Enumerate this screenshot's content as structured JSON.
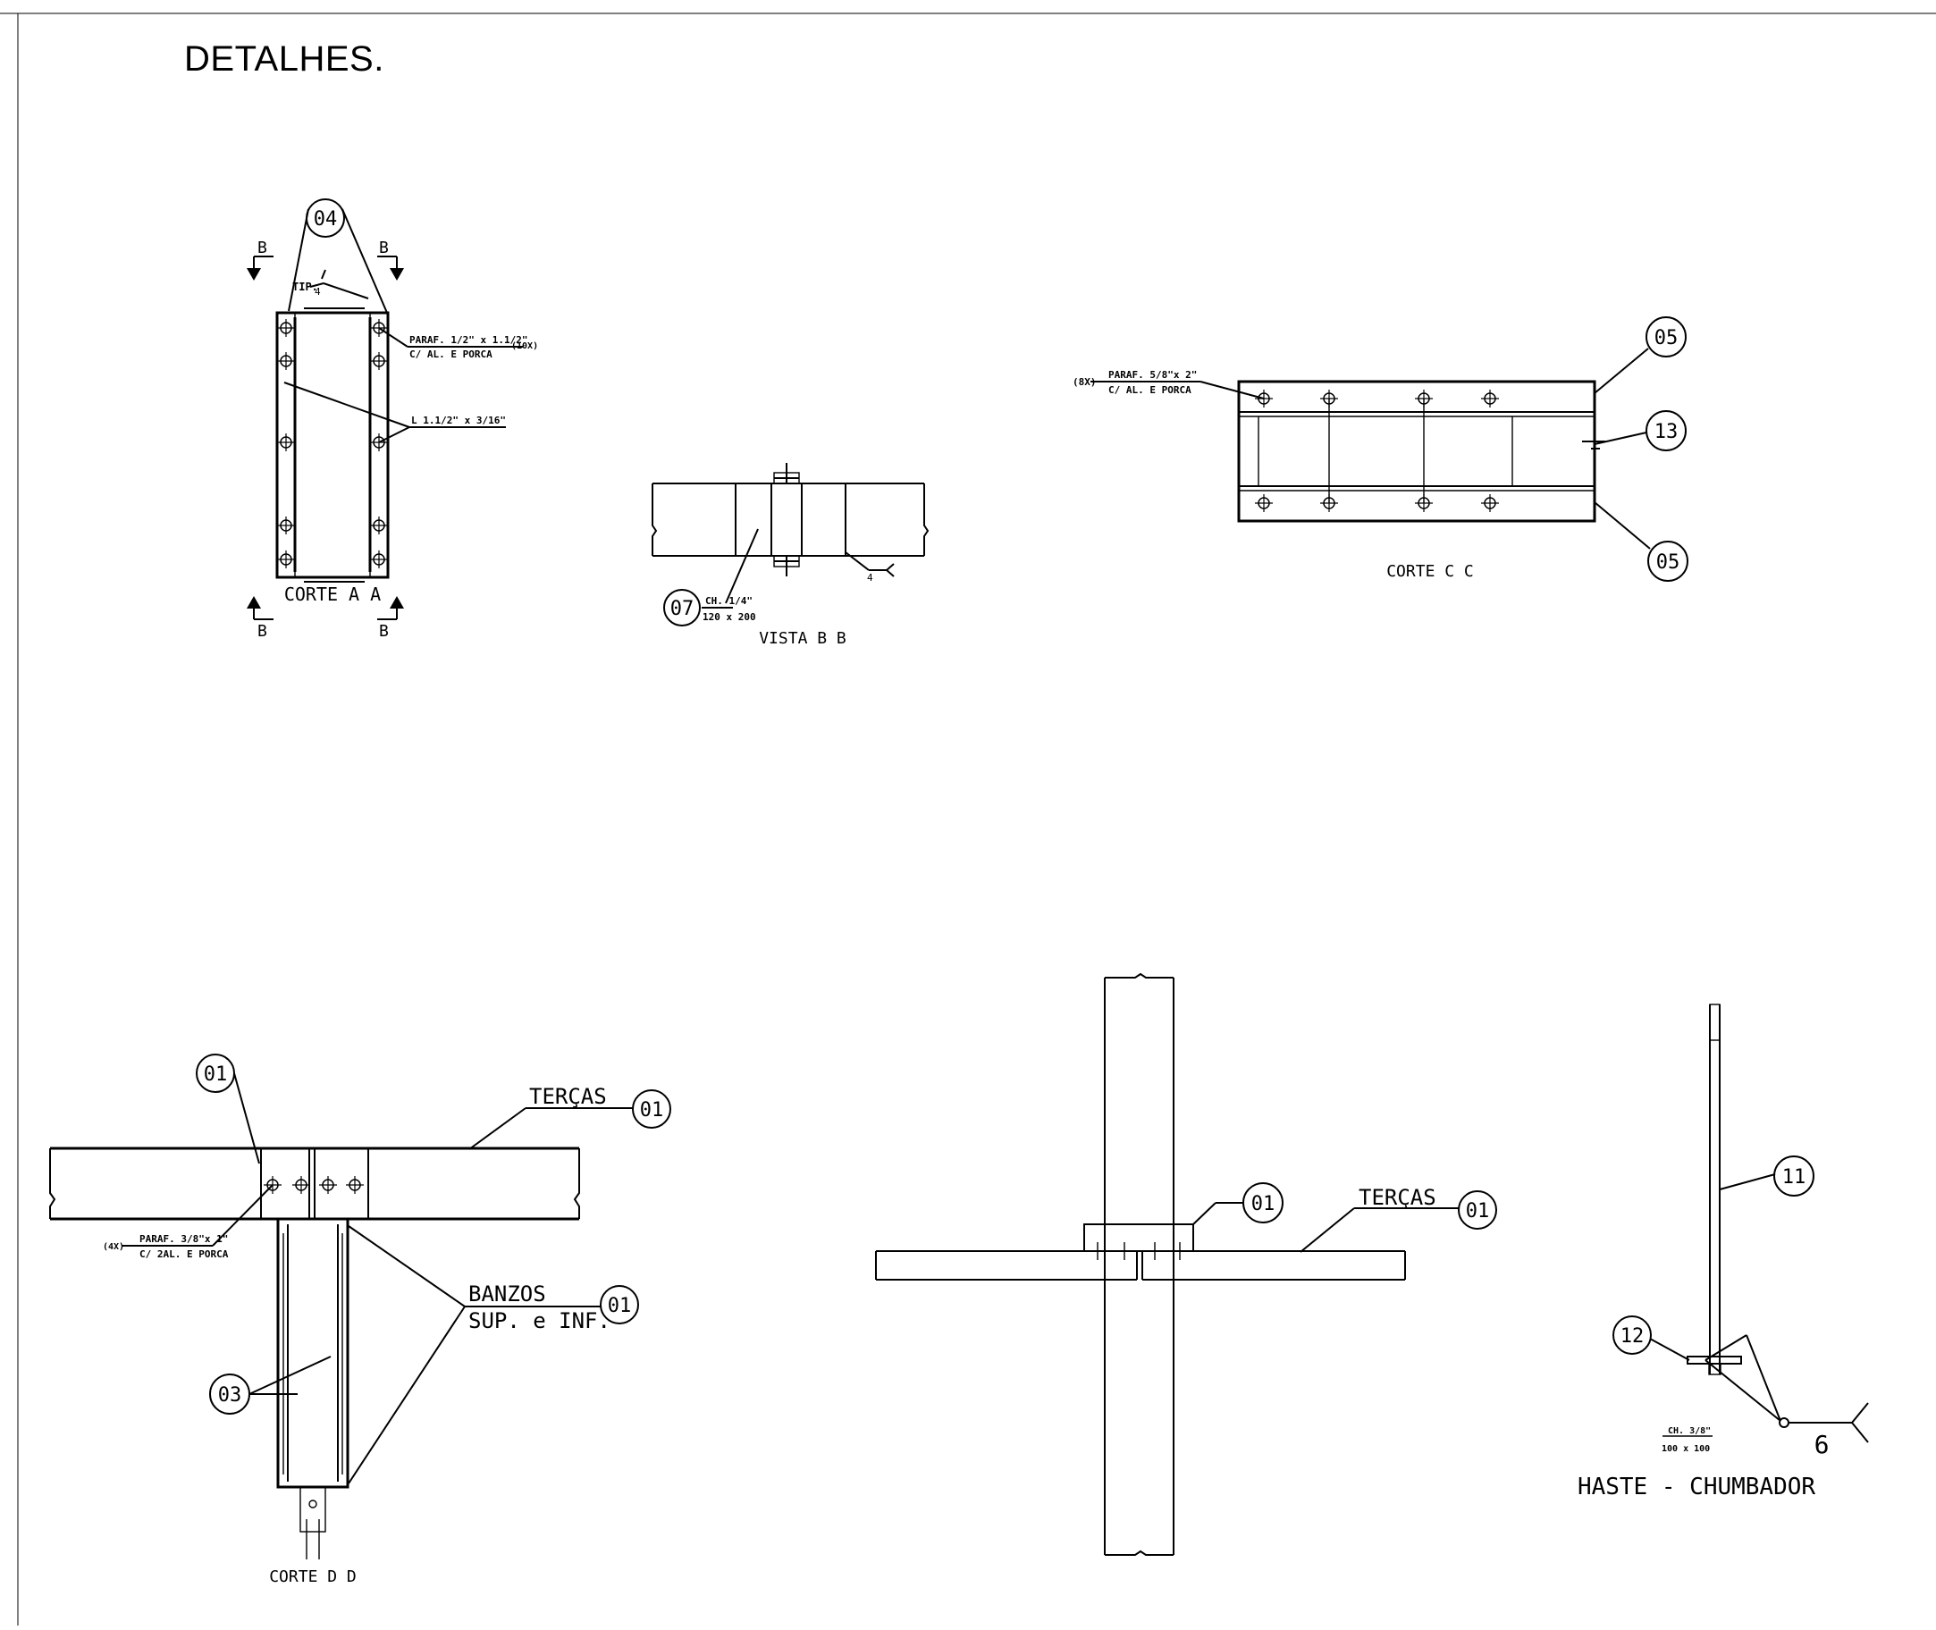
{
  "title": "DETALHES.",
  "corte_aa": {
    "caption": "CORTE A A",
    "section_mark": "B",
    "callout": "04",
    "weld_note": "TIP.",
    "weld_size": "4",
    "bolt_line1": "PARAF. 1/2\" x 1.1/2\"",
    "bolt_count": "(10X)",
    "bolt_line2": "C/ AL. E PORCA",
    "angle_note": "L 1.1/2\" x 3/16\""
  },
  "vista_bb": {
    "caption": "VISTA B B",
    "callout": "07",
    "plate_line1": "CH. 1/4\"",
    "plate_line2": "120 x 200",
    "weld_size": "4"
  },
  "corte_cc": {
    "caption": "CORTE C C",
    "bolt_count": "(8X)",
    "bolt_line1": "PARAF. 5/8\"x 2\"",
    "bolt_line2": "C/ AL. E PORCA",
    "callout_top": "05",
    "callout_mid": "13",
    "callout_bottom": "05"
  },
  "corte_dd": {
    "caption": "CORTE D D",
    "callout_left": "01",
    "tercas_label": "TERÇAS",
    "tercas_callout": "01",
    "bolt_count": "(4X)",
    "bolt_line1": "PARAF. 3/8\"x 1\"",
    "bolt_line2": "C/ 2AL. E PORCA",
    "banzos_line1": "BANZOS",
    "banzos_line2": "SUP. e INF.",
    "banzos_callout": "01",
    "callout_03": "03"
  },
  "middle_detail": {
    "callout_left": "01",
    "tercas_label": "TERÇAS",
    "tercas_callout": "01"
  },
  "haste": {
    "caption": "HASTE - CHUMBADOR",
    "callout_11": "11",
    "callout_12": "12",
    "plate_line1": "CH. 3/8\"",
    "plate_line2": "100 x 100",
    "weld_size": "6"
  }
}
